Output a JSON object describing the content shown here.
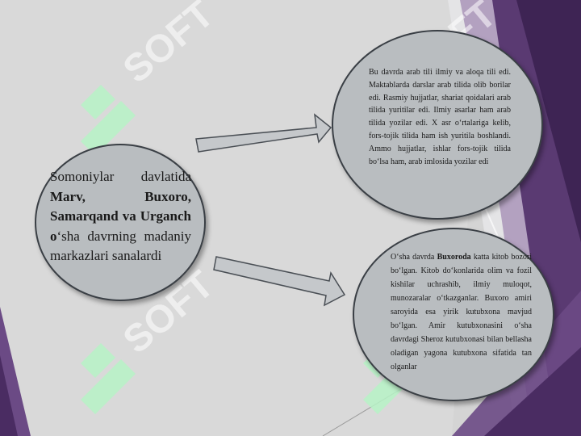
{
  "main": {
    "part1": "Somoniylar davlatida ",
    "bold": "Marv, Buxoro, Samarqand va Urganch o",
    "part2": "‘sha davrning madaniy markazlari sanalardi"
  },
  "top": {
    "text": "Bu davrda arab tili ilmiy va aloqa tili edi. Maktablarda darslar arab tilida olib borilar edi. Rasmiy hujjatlar, shariat qoidalari arab tilida yuritilar edi. Ilmiy asarlar ham arab tilida yozilar edi. X asr o‘rtalariga kelib, fors-tojik tilida ham ish yuritila boshlandi. Ammo hujjatlar, ishlar fors-tojik tilida bo‘lsa ham, arab imlosida yozilar edi"
  },
  "bottom": {
    "part1": "O‘sha davrda ",
    "bold": "Buxoroda",
    "part2": " katta kitob bozori bo‘lgan. Kitob do‘konlarida olim va fozil kishilar uchrashib, ilmiy muloqot, munozaralar o‘tkazganlar. Buxoro amiri saroyida esa yirik kutubxona mavjud bo‘lgan. Amir kutubxonasini o‘sha davrdagi Sheroz kutubxonasi bilan bellasha oladigan yagona kutubxona sifatida tan olganlar"
  },
  "watermark": {
    "text": "SOFT"
  },
  "colors": {
    "ellipse": "#b9bdc0",
    "accent_purple": "#5a3a72",
    "background": "#d4d4d4"
  }
}
